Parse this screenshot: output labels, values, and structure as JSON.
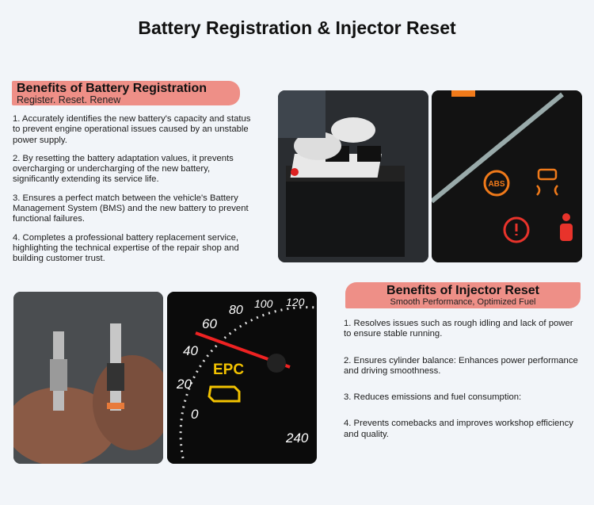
{
  "title": "Battery Registration & Injector Reset",
  "battery": {
    "heading": "Benefits of Battery Registration",
    "subheading": "Register. Reset. Renew",
    "items": [
      "1. Accurately identifies the new battery's capacity and status to prevent engine operational issues caused by an unstable power supply.",
      "2. By resetting the battery adaptation values, it prevents overcharging or undercharging of the new battery, significantly extending its service life.",
      "3. Ensures a perfect match between the vehicle's Battery Management System (BMS) and the new battery to prevent functional failures.",
      "4. Completes a professional battery replacement service, highlighting the technical expertise of the repair shop and building customer trust."
    ]
  },
  "injector": {
    "heading": "Benefits of Injector Reset",
    "subheading": "Smooth Performance, Optimized Fuel",
    "items": [
      "1. Resolves issues such as rough idling and lack of power to ensure stable running.",
      "2. Ensures cylinder balance: Enhances power performance and driving smoothness.",
      "3. Reduces emissions and fuel consumption:",
      "4. Prevents comebacks and improves workshop efficiency and quality."
    ]
  },
  "photos": {
    "abs_label": "ABS",
    "epc_label": "EPC",
    "gauge_ticks": [
      "0",
      "20",
      "40",
      "60",
      "80",
      "100",
      "120",
      "240"
    ]
  },
  "colors": {
    "accent": "#ee8f87",
    "warning_orange": "#f07a1a",
    "warning_red": "#e8332b",
    "epc_yellow": "#f2c200"
  }
}
